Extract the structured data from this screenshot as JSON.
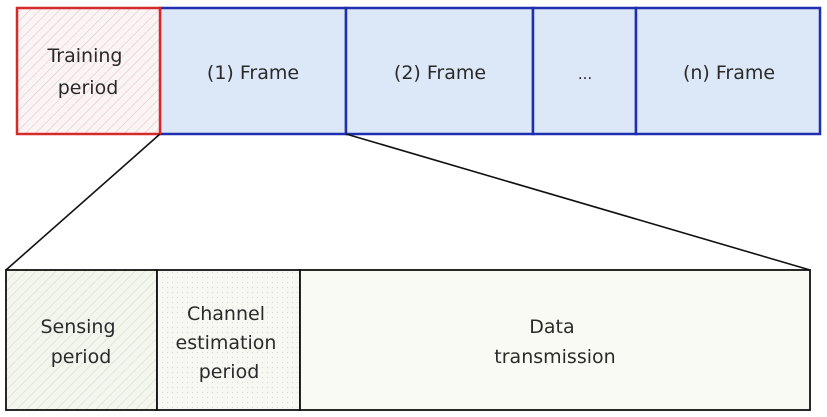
{
  "colors": {
    "training_border": "#d42a2a",
    "frame_border": "#1f2fb0",
    "frame_fill": "#dce8f7",
    "sub_border": "#111111",
    "sensing_fill": "#eef3e8",
    "channel_fill": "#f6f6f2",
    "data_fill": "#fafaf4",
    "connector": "#111111",
    "text": "#2a2a2a"
  },
  "top_row": {
    "training_period": {
      "line1": "Training",
      "line2": "period"
    },
    "frames": [
      {
        "label": "(1) Frame"
      },
      {
        "label": "(2) Frame"
      },
      {
        "label": "..."
      },
      {
        "label": "(n) Frame"
      }
    ]
  },
  "bottom_row": {
    "sensing_period": {
      "line1": "Sensing",
      "line2": "period"
    },
    "channel_estimation_period": {
      "line1": "Channel",
      "line2": "estimation",
      "line3": "period"
    },
    "data_transmission": {
      "line1": "Data",
      "line2": "transmission"
    }
  }
}
